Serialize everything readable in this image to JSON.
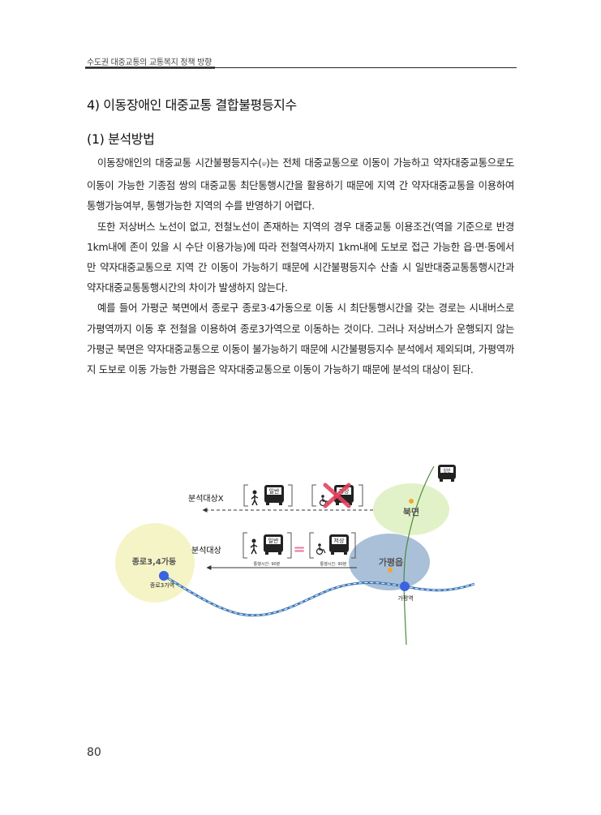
{
  "header": {
    "running_title": "수도권 대중교통의 교통복지 정책 방향"
  },
  "section": {
    "title": "4) 이동장애인 대중교통 결합불평등지수",
    "subtitle": "(1) 분석방법"
  },
  "paragraphs": {
    "p1_a": "이동장애인의 대중교통 시간불평등지수(",
    "p1_sup": "Ψ",
    "p1_b": ")는 전체 대중교통으로 이동이 가능하고 약자대중교통으로도 이동이 가능한 기종점 쌍의 대중교통 최단통행시간을 활용하기 때문에 지역 간 약자대중교통을 이용하여 통행가능여부, 통행가능한 지역의 수를 반영하기 어렵다.",
    "p2": "또한 저상버스 노선이 없고, 전철노선이 존재하는 지역의 경우 대중교통 이용조건(역을 기준으로 반경 1km내에 존이 있을 시 수단 이용가능)에 따라 전철역사까지 1km내에 도보로 접근 가능한 읍·면·동에서만 약자대중교통으로 지역 간 이동이 가능하기 때문에 시간불평등지수 산출 시 일반대중교통통행시간과 약자대중교통통행시간의 차이가 발생하지 않는다.",
    "p3": "예를 들어 가평군 북면에서 종로구 종로3·4가동으로 이동 시 최단통행시간을 갖는 경로는 시내버스로 가평역까지 이동 후 전철을 이용하여 종로3가역으로 이동하는 것이다. 그러나 저상버스가 운행되지 않는 가평군 북면은 약자대중교통으로 이동이 불가능하기 때문에 시간불평등지수 분석에서 제외되며, 가평역까지 도보로 이동 가능한 가평읍은 약자대중교통으로 이동이 가능하기 때문에 분석의 대상이 된다."
  },
  "figure": {
    "label_excluded": "분석대상X",
    "label_included": "분석대상",
    "bus_regular": "일반",
    "bus_lowfloor": "저상",
    "bus_top": "일반",
    "equals_sign": "=",
    "time_regular": "통행시간: 90분",
    "time_lowfloor": "통행시간: 90분",
    "area_bukmyeon": "북면",
    "area_gapyeongeup": "가평읍",
    "area_jongno": "종로3,4가동",
    "station_jongno3ga": "종로3가역",
    "station_gapyeong": "가평역",
    "colors": {
      "green_area": "#e2f2c8",
      "blue_area": "#a9c0d8",
      "yellow_area": "#f5f4c6",
      "rail_green": "#4c8a3a",
      "rail_blue": "#3e78b8",
      "station_dot": "#3a63e0",
      "red_x": "#e0435f",
      "equals": "#e87aa0"
    }
  },
  "footer": {
    "page_number": "80"
  }
}
